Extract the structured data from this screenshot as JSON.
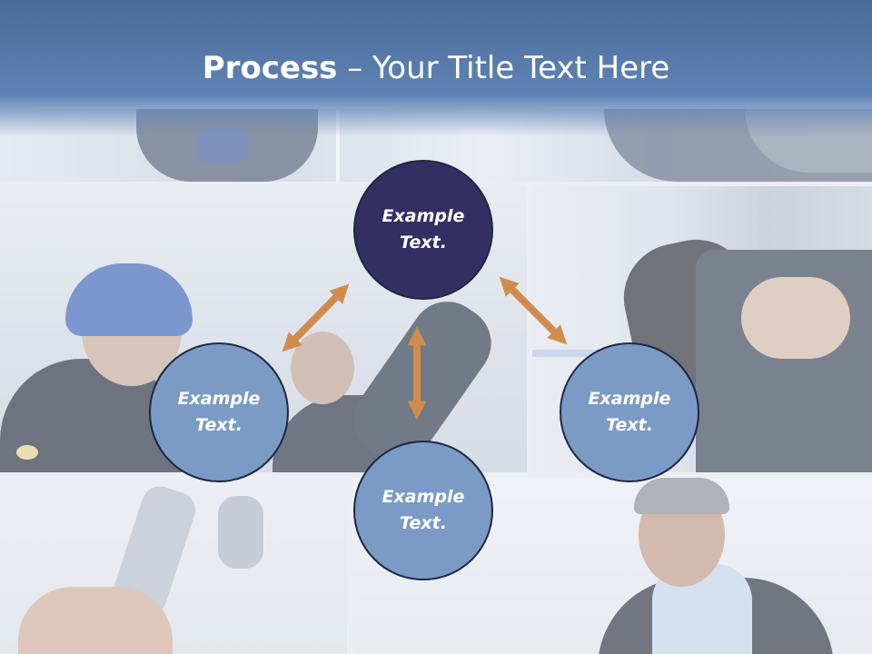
{
  "slide": {
    "title_bold": "Process",
    "title_rest": " – Your Title Text Here"
  },
  "diagram": {
    "nodes": [
      {
        "id": "top",
        "line1": "Example",
        "line2": "Text."
      },
      {
        "id": "left",
        "line1": "Example",
        "line2": "Text."
      },
      {
        "id": "right",
        "line1": "Example",
        "line2": "Text."
      },
      {
        "id": "bottom",
        "line1": "Example",
        "line2": "Text."
      }
    ]
  },
  "colors": {
    "title_band": "#5a7eae",
    "node_primary": "#332f63",
    "node_secondary": "#7b9bc6",
    "arrow": "#d08c4e"
  }
}
